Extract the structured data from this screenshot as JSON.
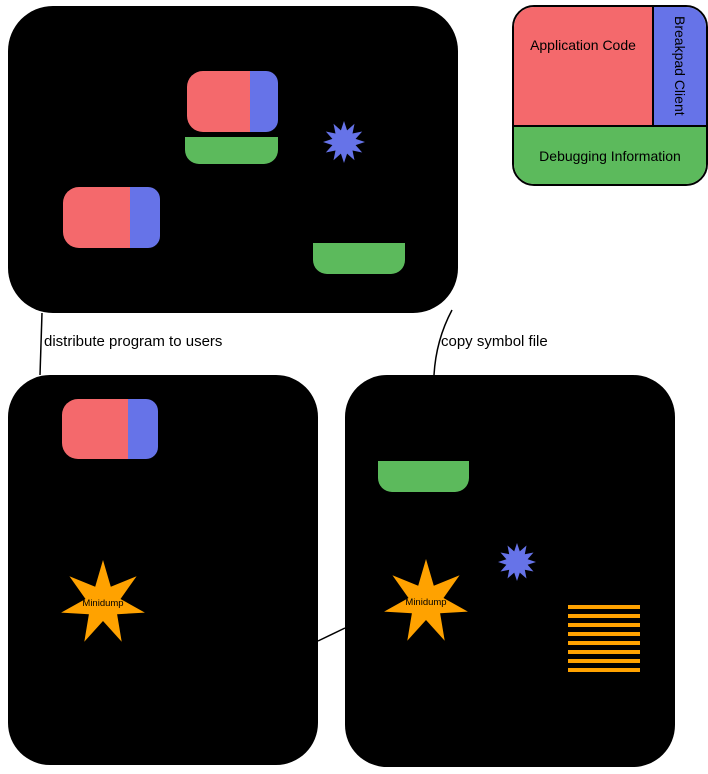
{
  "legend": {
    "application_code": "Application Code",
    "breakpad_client": "Breakpad Client",
    "debugging_information": "Debugging Information"
  },
  "labels": {
    "distribute": "distribute program to users",
    "copy_symbol": "copy symbol file"
  },
  "stars": {
    "minidump_left": "Minidump",
    "minidump_right": "Minidump"
  },
  "colors": {
    "red": "#F4696C",
    "blue": "#6673E8",
    "green": "#5CBA5C",
    "orange": "#FFA200",
    "box": "#000000"
  }
}
